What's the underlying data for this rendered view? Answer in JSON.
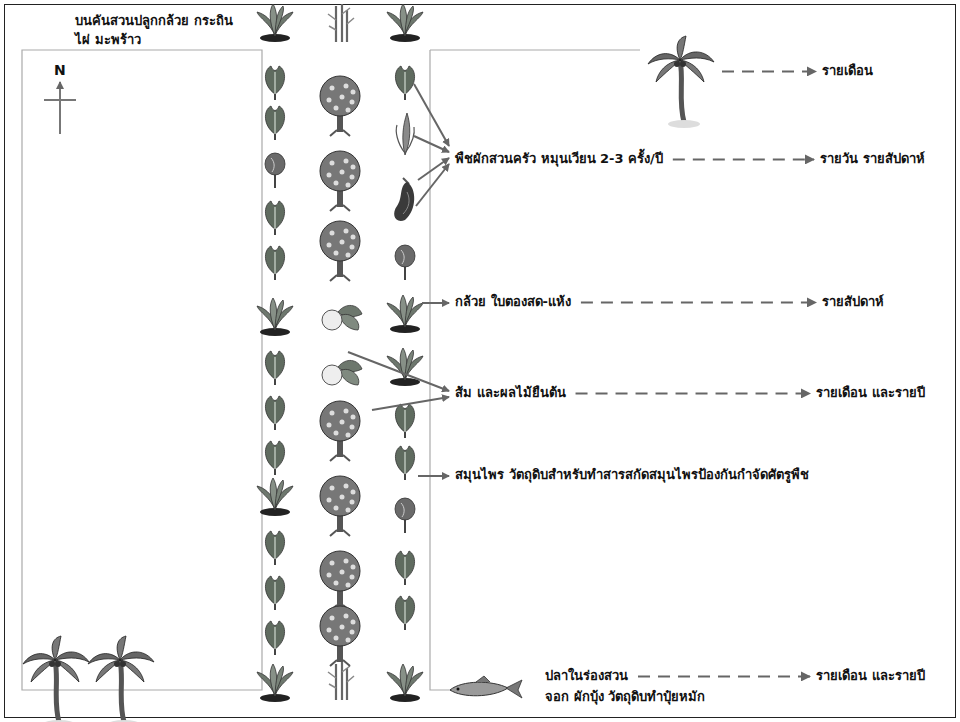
{
  "diagram": {
    "labels": [
      "บนคันสวนปลูกกล้วย กระถิน ไผ่ มะพร้าว",
      "N",
      "รายเดือน",
      "พืชผักสวนครัว หมุนเวียน 2-3 ครั้ง/ปี",
      "รายวัน รายสัปดาห์",
      "กล้วย ใบตองสด-แห้ง",
      "รายสัปดาห์",
      "ส้ม และผลไม้ยืนต้น",
      "รายเดือน และรายปี",
      "สมุนไพร วัตถุดิบสำหรับทำสารสกัดสมุนไพรป้องกันกำจัดศัตรูพืช",
      "ปลาในร่องสวน",
      "รายเดือน และรายปี",
      "จอก ผักบุ้ง วัตถุดิบทำปุ๋ยหมัก"
    ]
  }
}
